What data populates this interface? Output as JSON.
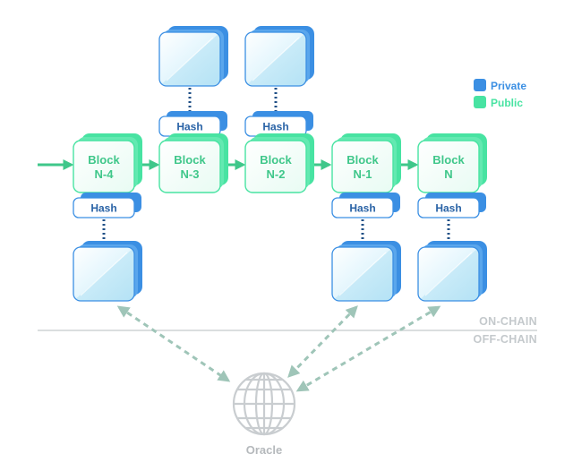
{
  "legend": {
    "private_label": "Private",
    "public_label": "Public",
    "private_color": "#3b8fe3",
    "public_color": "#48e3a2"
  },
  "blocks": [
    {
      "line1": "Block",
      "line2": "N-4",
      "hash_label": "Hash"
    },
    {
      "line1": "Block",
      "line2": "N-3",
      "hash_label": "Hash"
    },
    {
      "line1": "Block",
      "line2": "N-2",
      "hash_label": "Hash"
    },
    {
      "line1": "Block",
      "line2": "N-1",
      "hash_label": "Hash"
    },
    {
      "line1": "Block",
      "line2": "N",
      "hash_label": "Hash"
    }
  ],
  "chain_boundary": {
    "on_chain_label": "ON-CHAIN",
    "off_chain_label": "OFF-CHAIN"
  },
  "oracle": {
    "label": "Oracle",
    "icon": "globe-icon"
  },
  "colors": {
    "private_blue": "#3b8fe3",
    "public_green": "#48e3a2",
    "cube_face": "#d8f1fb",
    "hash_text": "#2a63a6",
    "block_text": "#3fc78a",
    "arrow_green": "#3fc78a",
    "dashed_link": "#9fc5b8",
    "off_chain_grey": "#c4c9cc"
  }
}
